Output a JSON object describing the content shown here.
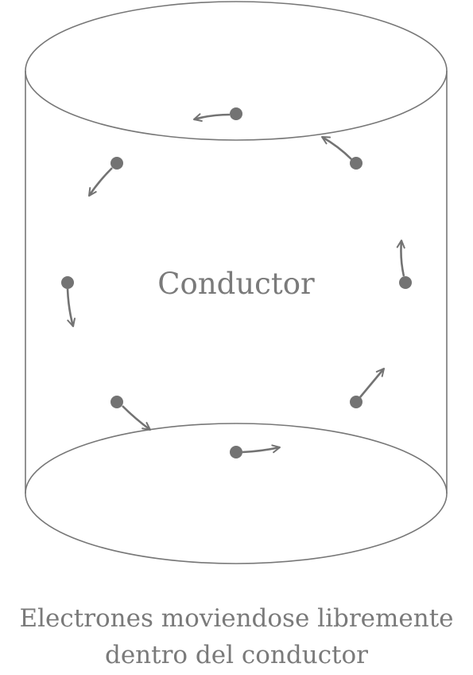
{
  "diagram": {
    "center_label": "Conductor",
    "caption_line_1": "Electrones moviendose libremente",
    "caption_line_2": "dentro del conductor"
  },
  "colors": {
    "outline": "#777777",
    "electron": "#737373",
    "text": "#7a7a7a"
  }
}
